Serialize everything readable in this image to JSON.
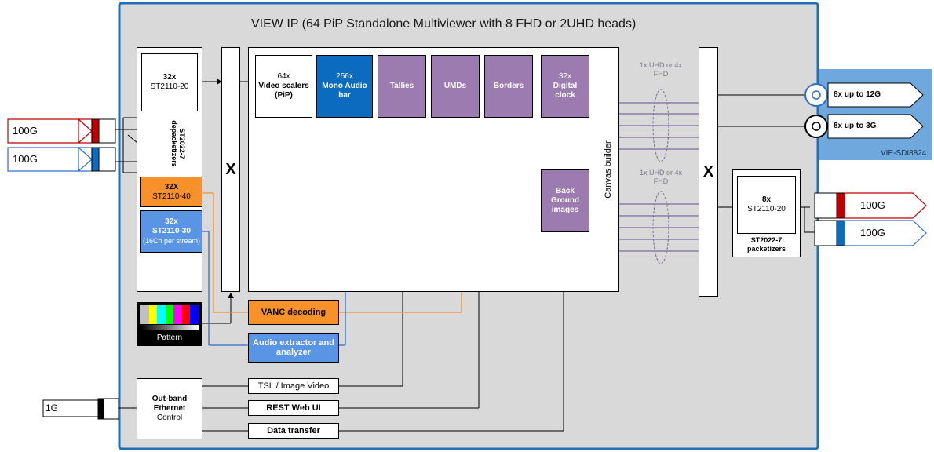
{
  "title": "VIEW IP (64 PiP Standalone Multiviewer with 8 FHD or 2UHD heads)",
  "inputs": {
    "in_red": "100G",
    "in_blue": "100G",
    "mgmt": "1G"
  },
  "outputs": {
    "sdi_12g": "8x up to 12G",
    "sdi_3g": "8x up to 3G",
    "sdi_module": "VIE-SDI8824",
    "out_red": "100G",
    "out_blue": "100G"
  },
  "depack": {
    "label": "ST2022-7 depacketizers",
    "video_count": "32x",
    "video_std": "ST2110-20",
    "anc_count": "32X",
    "anc_std": "ST2110-40",
    "audio_count": "32x",
    "audio_std": "ST2110-30",
    "audio_note": "(16Ch per stream)"
  },
  "crosspoint_left": "X",
  "crosspoint_right": "X",
  "canvas": {
    "label": "Canvas builder",
    "scalers_count": "64x",
    "scalers_label": "Video scalers (PiP)",
    "mono_count": "256x",
    "mono_label": "Mono Audio bar",
    "tallies": "Tallies",
    "umds": "UMDs",
    "borders": "Borders",
    "clock_count": "32x",
    "clock_label": "Digital clock",
    "background": "Back Ground images"
  },
  "links": {
    "top": "1x UHD or 4x FHD",
    "bottom": "1x UHD or 4x FHD"
  },
  "pattern": "Pattern",
  "vanc": "VANC decoding",
  "audio_extractor": "Audio extractor and analyzer",
  "pack": {
    "count": "8x",
    "std": "ST2110-20",
    "label": "ST2022-7 packetizers"
  },
  "control": {
    "label_bold": "Out-band Ethernet",
    "label": "Control",
    "tsl": "TSL / Image Video",
    "rest": "REST Web UI",
    "transfer": "Data transfer"
  },
  "colors": {
    "frame_blue": "#1e6fb8",
    "frame_bg": "#d9d9d9",
    "purple": "#9b7bb0",
    "blue": "#0b6cbf",
    "light_blue": "#5a94e4",
    "orange": "#f7922b",
    "red": "#c00000",
    "sdi_bg": "#6fa8dc",
    "link_purple": "#7b6a9a"
  }
}
